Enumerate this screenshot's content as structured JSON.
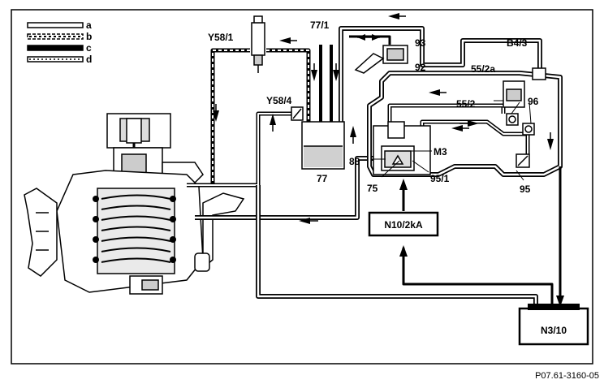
{
  "legend": [
    {
      "key": "a",
      "style": "solid"
    },
    {
      "key": "b",
      "style": "dashed-dark"
    },
    {
      "key": "c",
      "style": "black"
    },
    {
      "key": "d",
      "style": "dotted"
    }
  ],
  "components": {
    "y58_1": "Y58/1",
    "l77_1": "77/1",
    "l93": "93",
    "l92": "92",
    "b4_3": "B4/3",
    "l55_2a": "55/2a",
    "y58_4": "Y58/4",
    "l55_2": "55/2",
    "l96": "96",
    "l88": "88",
    "m3": "M3",
    "l77": "77",
    "l75": "75",
    "l95_1": "95/1",
    "l95": "95",
    "n10": "N10/2kA",
    "n3": "N3/10"
  },
  "figure_ref": "P07.61-3160-05",
  "colors": {
    "ink": "#000000",
    "paper": "#ffffff",
    "shade": "#d0d0d0"
  }
}
